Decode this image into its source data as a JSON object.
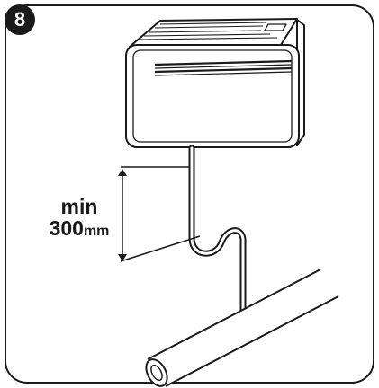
{
  "step": {
    "number": "8"
  },
  "dimension": {
    "label_min": "min",
    "value": "300",
    "unit": "mm"
  },
  "colors": {
    "stroke": "#1a1a1a",
    "background": "#ffffff"
  },
  "icons": {
    "unit": "wall-mounted-fan-coil-unit",
    "pipe": "condensate-drain-pipe-with-trap",
    "drain": "horizontal-drain-pipe"
  }
}
